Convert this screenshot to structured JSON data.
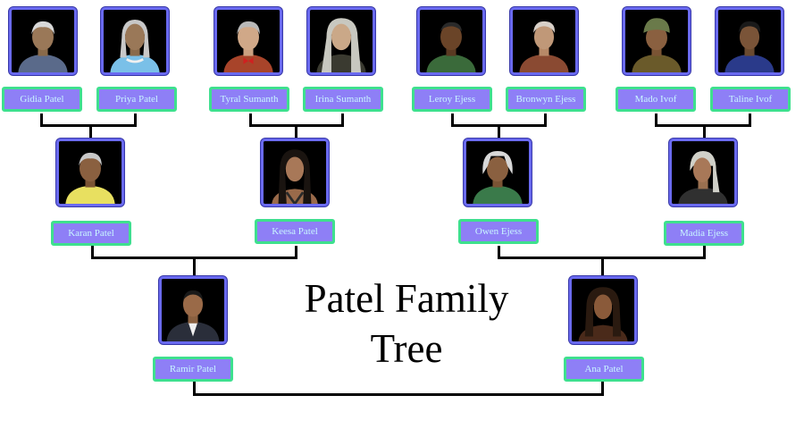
{
  "title": {
    "line1": "Patel Family",
    "line2": "Tree"
  },
  "people": {
    "gidia": "Gidia Patel",
    "priya": "Priya Patel",
    "tyral": "Tyral Sumanth",
    "irina": "Irina Sumanth",
    "leroy": "Leroy Ejess",
    "bronwyn": "Bronwyn Ejess",
    "mado": "Mado Ivof",
    "taline": "Taline Ivof",
    "karan": "Karan Patel",
    "keesa": "Keesa Patel",
    "owen": "Owen Ejess",
    "madia": "Madia Ejess",
    "ramir": "Ramir Patel",
    "ana": "Ana Patel"
  },
  "colors": {
    "label_fill": "#8e7ff6",
    "label_border": "#3ee08e",
    "label_text": "#c9f7ff",
    "portrait_border": "#6a6af0",
    "connector": "#000000"
  }
}
